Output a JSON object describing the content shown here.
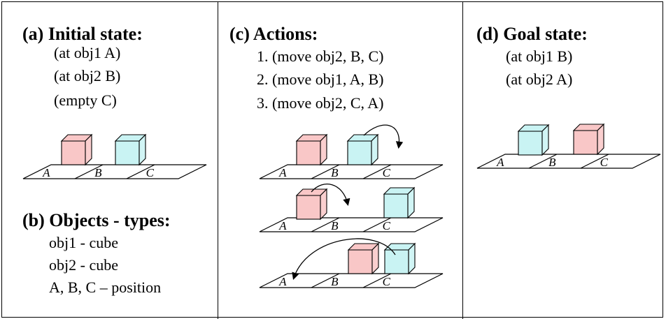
{
  "panel_a": {
    "heading": "(a) Initial state:",
    "lines": [
      "(at obj1 A)",
      "(at obj2 B)",
      "(empty C)"
    ]
  },
  "panel_b": {
    "heading": "(b) Objects - types:",
    "lines": [
      "obj1 - cube",
      "obj2 - cube",
      "A, B, C – position"
    ]
  },
  "panel_c": {
    "heading": "(c) Actions:",
    "lines": [
      "1. (move obj2, B, C)",
      "2. (move obj1, A, B)",
      "3. (move obj2, C, A)"
    ]
  },
  "panel_d": {
    "heading": "(d) Goal state:",
    "lines": [
      "(at obj1 B)",
      "(at obj2 A)"
    ]
  },
  "position_labels": [
    "A",
    "B",
    "C"
  ],
  "colors": {
    "obj1": "#f9c7c7",
    "obj2": "#c9f3f3",
    "line": "#000000"
  }
}
